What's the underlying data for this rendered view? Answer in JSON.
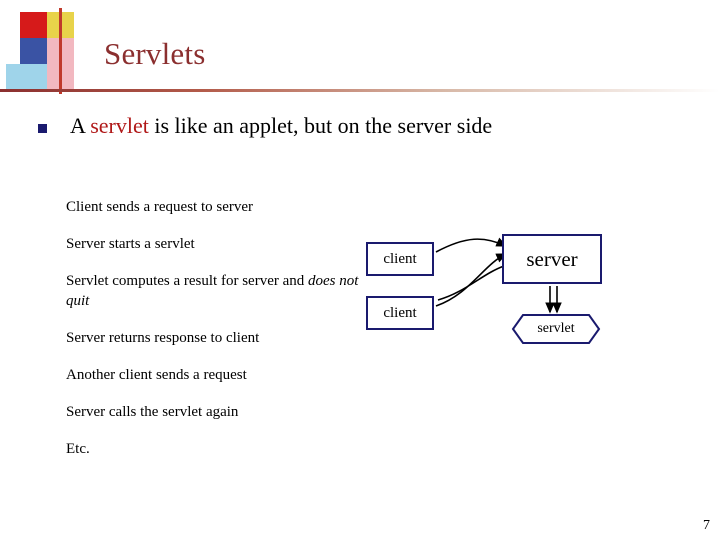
{
  "slide": {
    "title": "Servlets",
    "bullet": {
      "prefix": "A ",
      "keyword": "servlet",
      "suffix": " is like an applet, but on the server side"
    },
    "lines": [
      {
        "text": "Client sends a request to server"
      },
      {
        "text": "Server starts a servlet"
      },
      {
        "text": "Servlet computes a result for server and ",
        "italic": "does not quit"
      },
      {
        "text": "Server returns response to client"
      },
      {
        "text": "Another client sends a request"
      },
      {
        "text": "Server calls the servlet again"
      },
      {
        "text": "Etc."
      }
    ],
    "diagram": {
      "client_top": "client",
      "client_bottom": "client",
      "server": "server",
      "servlet": "servlet"
    },
    "page_number": "7",
    "colors": {
      "title": "#8b2f2f",
      "keyword": "#b01818",
      "node_border": "#1a1a6e",
      "bullet_marker": "#1a1a6e"
    }
  }
}
